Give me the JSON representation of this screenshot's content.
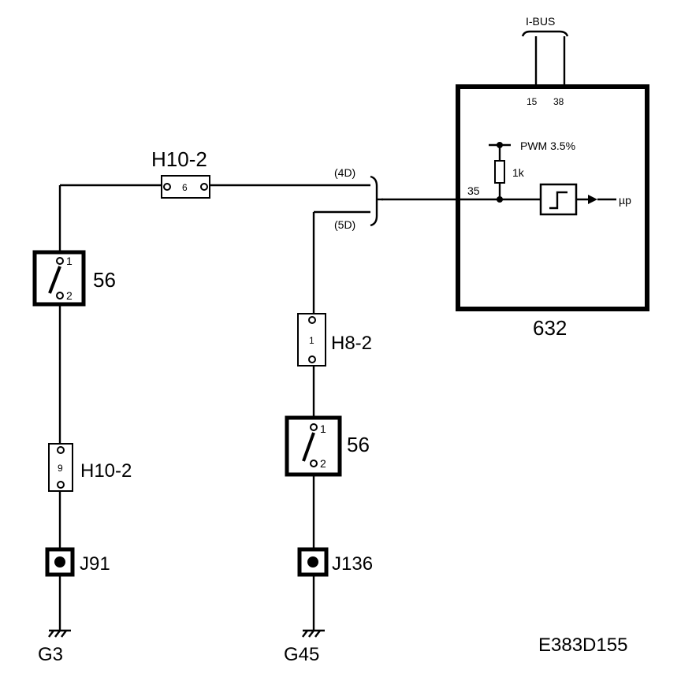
{
  "bus": {
    "label": "I-BUS",
    "pins": [
      "15",
      "38"
    ]
  },
  "module": {
    "id": "632",
    "pin_in": "35",
    "pwm": "PWM 3.5%",
    "resistor": "1k",
    "output": "µp"
  },
  "connector_top": {
    "id": "H10-2",
    "pin": "6"
  },
  "connector_left_bottom": {
    "id": "H10-2",
    "pin": "9"
  },
  "connector_right": {
    "id": "H8-2",
    "pin": "1"
  },
  "splice_labels": {
    "upper": "(4D)",
    "lower": "(5D)"
  },
  "switch_left": {
    "id": "56",
    "pin1": "1",
    "pin2": "2"
  },
  "switch_right": {
    "id": "56",
    "pin1": "1",
    "pin2": "2"
  },
  "junction_left": {
    "id": "J91"
  },
  "junction_right": {
    "id": "J136"
  },
  "ground_left": {
    "id": "G3"
  },
  "ground_right": {
    "id": "G45"
  },
  "drawing_code": "E383D155"
}
